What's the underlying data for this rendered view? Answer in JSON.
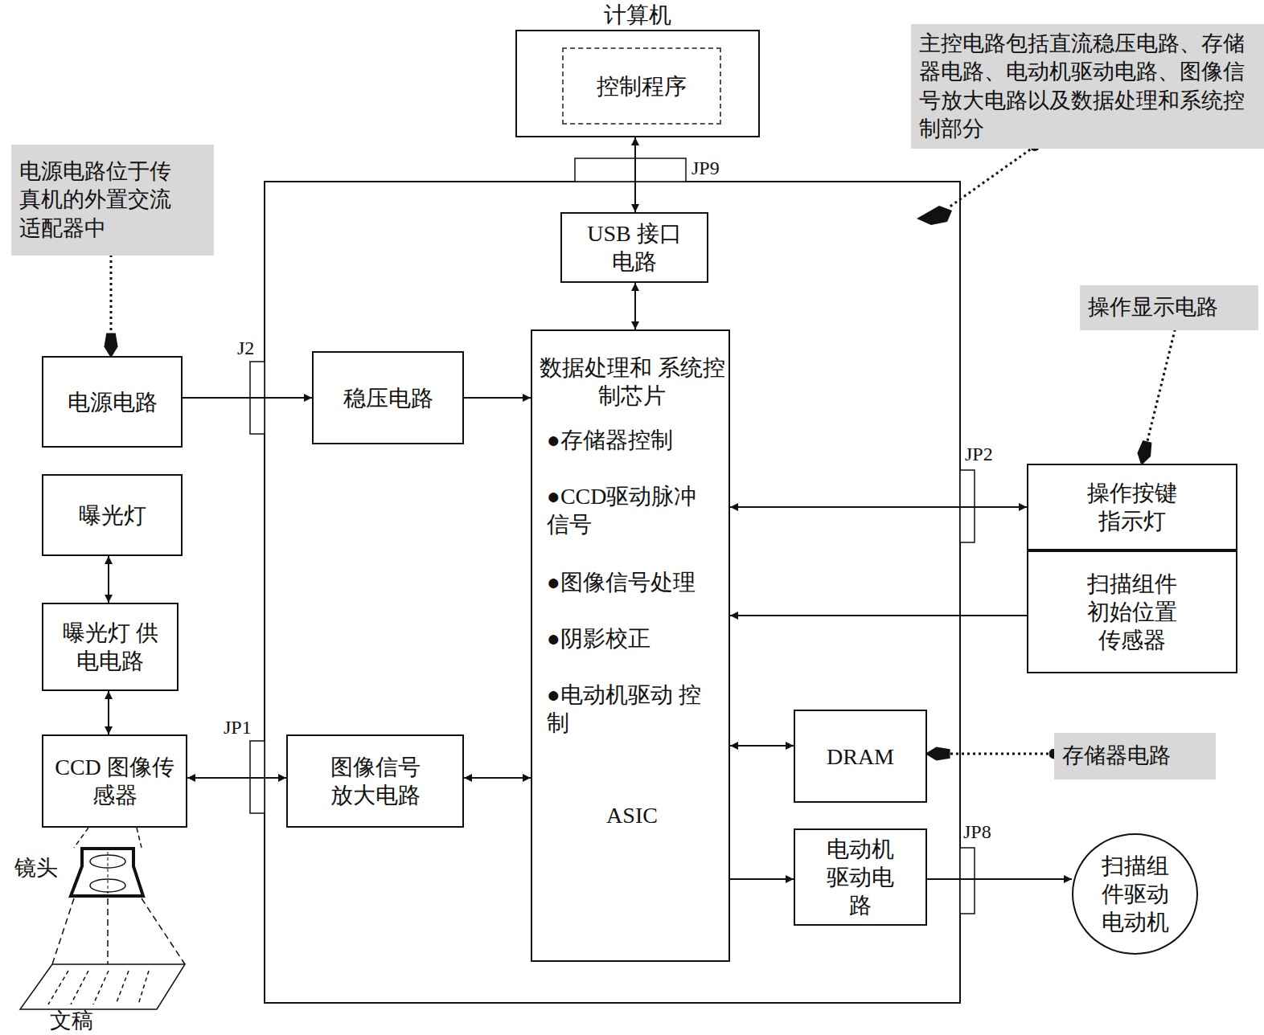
{
  "diagram": {
    "nodes": [
      {
        "text": [
          "计算机"
        ]
      },
      {
        "text": [
          "控制程序"
        ],
        "in": 0
      },
      {
        "text": [
          "主控电路包括直流稳压电路、存储器电路、电动机驱动电路、图像信号放大电路以及数据处理和系统控制部分"
        ]
      },
      {
        "text": [
          "电源电路位于传真机的外置交流适配器中"
        ]
      },
      {
        "text": [
          "USB 接口电路"
        ]
      },
      {
        "text": [
          "电源电路"
        ]
      },
      {
        "text": [
          "稳压电路"
        ]
      },
      {
        "text": [
          "数据处理和 系统控制芯片",
          "●存储器控制",
          "●CCD驱动脉冲 信号",
          "●图像信号处理",
          "●阴影校正",
          "●电动机驱动 控制",
          "ASIC"
        ]
      },
      {
        "text": [
          "操作显示电路"
        ]
      },
      {
        "text": [
          "操作按键 指示灯"
        ]
      },
      {
        "text": [
          "扫描组件 初始位置 传感器"
        ]
      },
      {
        "text": [
          "曝光灯"
        ]
      },
      {
        "text": [
          "曝光灯 供电电路"
        ]
      },
      {
        "text": [
          "DRAM"
        ]
      },
      {
        "text": [
          "存储器电路"
        ]
      },
      {
        "text": [
          "CCD 图像传感器"
        ]
      },
      {
        "text": [
          "图像信号 放大电路"
        ]
      },
      {
        "text": [
          "电动机 驱动电路"
        ]
      },
      {
        "text": [
          "扫描组 件驱动 电动机"
        ]
      }
    ],
    "edges": [
      {
        "from": 0,
        "to": 4,
        "arrow": "both"
      },
      {
        "from": 4,
        "to": 7,
        "arrow": "both"
      },
      {
        "from": 5,
        "to": 6,
        "arrow": "to"
      },
      {
        "from": 6,
        "to": 7,
        "arrow": "to"
      },
      {
        "from": 7,
        "to": 9,
        "arrow": "both"
      },
      {
        "from": 10,
        "to": 7,
        "arrow": "to"
      },
      {
        "from": 11,
        "to": 12,
        "arrow": "both"
      },
      {
        "from": 12,
        "to": 15,
        "arrow": "both"
      },
      {
        "from": 15,
        "to": 16,
        "arrow": "both"
      },
      {
        "from": 16,
        "to": 7,
        "arrow": "both"
      },
      {
        "from": 7,
        "to": 13,
        "arrow": "both"
      },
      {
        "from": 7,
        "to": 17,
        "arrow": "to"
      },
      {
        "from": 17,
        "to": 18,
        "arrow": "to"
      },
      {
        "from": 3,
        "to": 5,
        "arrow": "to"
      },
      {
        "from": 8,
        "to": 9,
        "arrow": "to"
      },
      {
        "from": 14,
        "to": 13,
        "arrow": "to"
      }
    ],
    "labels": [
      "JP9",
      "J2",
      "JP2",
      "JP1",
      "JP8",
      "镜头",
      "文稿"
    ]
  }
}
